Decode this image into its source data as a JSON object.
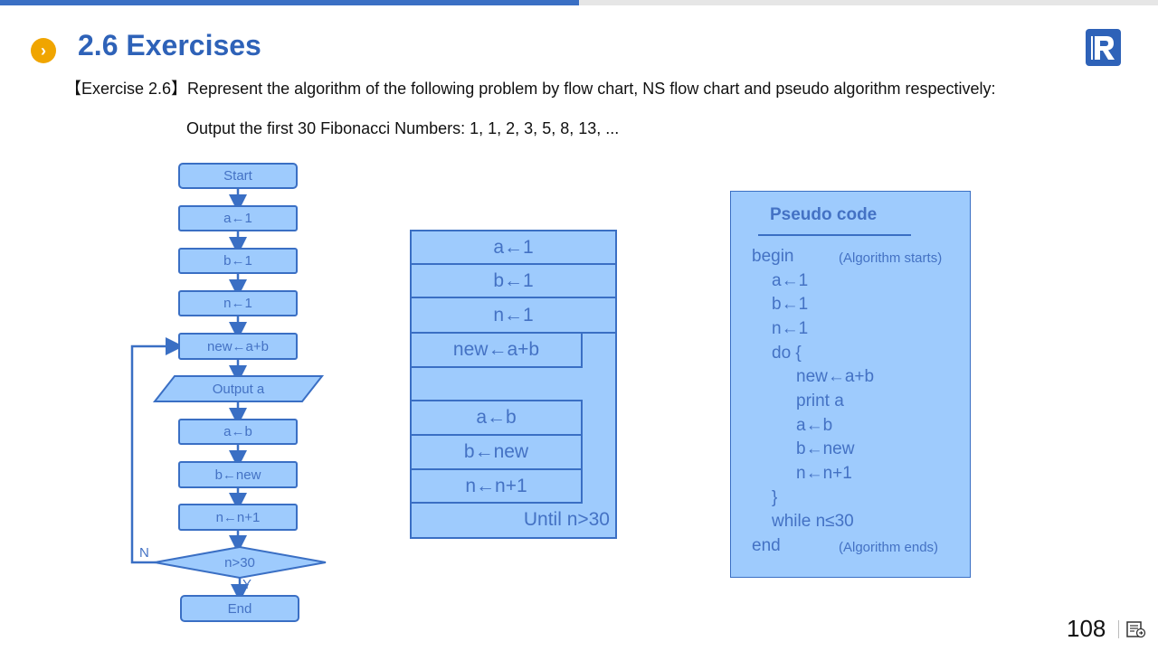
{
  "header": {
    "title": "2.6 Exercises",
    "bullet_icon": "chevron-right-icon",
    "accent_color": "#3a6fc4",
    "logo_icon": "r-logo-icon"
  },
  "exercise": {
    "description": "【Exercise 2.6】Represent the algorithm of the following problem by  flow chart, NS flow chart and pseudo algorithm respectively:",
    "task": "Output the first 30 Fibonacci Numbers: 1, 1, 2, 3, 5, 8, 13, ..."
  },
  "flowchart": {
    "start": "Start",
    "steps": [
      "a←1",
      "b←1",
      "n←1",
      "new←a+b",
      "Output a",
      "a←b",
      "b←new",
      "n←n+1"
    ],
    "decision": "n>30",
    "no_label": "N",
    "yes_label": "Y",
    "end": "End"
  },
  "ns_chart": {
    "init": [
      "a←1",
      "b←1",
      "n←1"
    ],
    "body": [
      "new←a+b",
      "a←b",
      "b←new",
      "n←n+1"
    ],
    "until": "Until n>30"
  },
  "pseudo": {
    "title": "Pseudo code",
    "begin": "begin",
    "begin_note": "(Algorithm starts)",
    "lines": [
      "a←1",
      "b←1",
      "n←1",
      "do {"
    ],
    "inner": [
      "new←a+b",
      "print a",
      "a←b",
      "b←new",
      "n←n+1"
    ],
    "close": "}",
    "while": "while n≤30",
    "end": "end",
    "end_note": "(Algorithm ends)"
  },
  "footer": {
    "page_number": "108",
    "page_icon": "slide-notes-icon"
  }
}
